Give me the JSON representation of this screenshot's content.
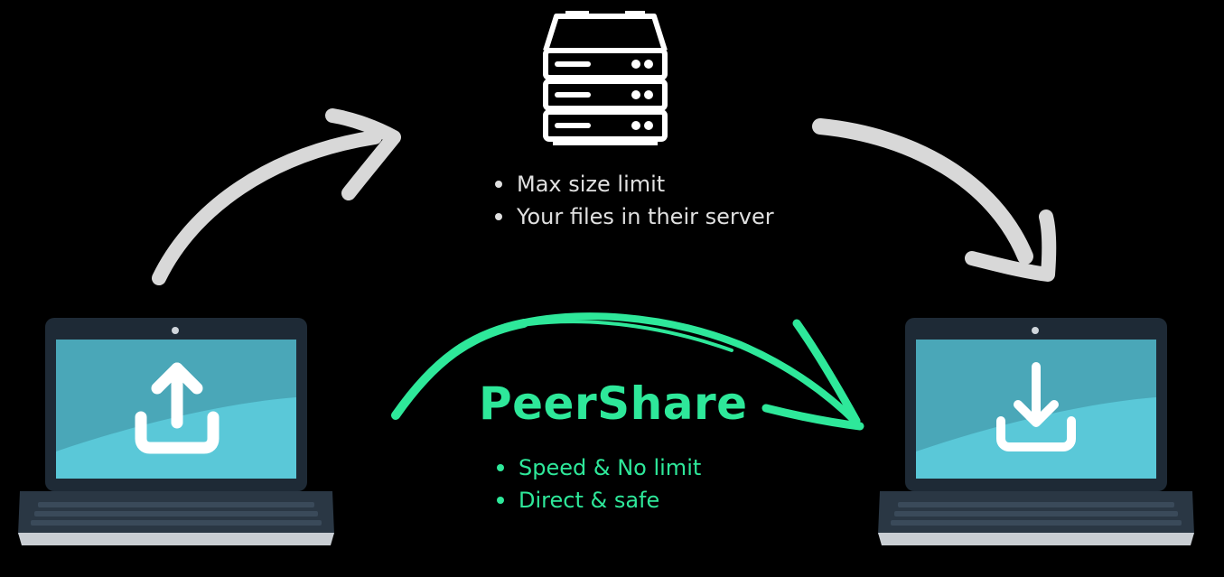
{
  "brand": {
    "name": "PeerShare"
  },
  "server_path": {
    "points": [
      "Max size limit",
      "Your files in their server"
    ]
  },
  "peer_path": {
    "points": [
      "Speed & No limit",
      "Direct & safe"
    ]
  },
  "colors": {
    "background": "#000000",
    "accent_green": "#2ee89a",
    "arrow_grey": "#d8d8d8",
    "screen_blue": "#5ac8d8",
    "laptop_dark": "#1e2a36"
  },
  "icons": {
    "server": "server-rack-icon",
    "sender": "laptop-upload-icon",
    "receiver": "laptop-download-icon"
  }
}
